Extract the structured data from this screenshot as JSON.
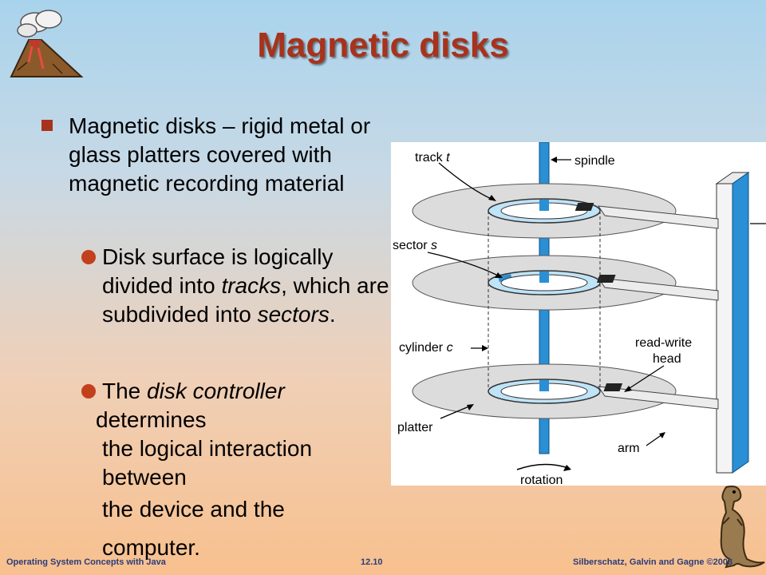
{
  "slide": {
    "title": "Magnetic disks",
    "bullet_main": "Magnetic disks – rigid metal or glass platters covered with magnetic recording material",
    "sub1": {
      "a": "Disk surface is logically divided into ",
      "b": "tracks",
      "c": ", which are subdivided into ",
      "d": "sectors",
      "e": "."
    },
    "sub2": {
      "a": "The ",
      "b": "disk controller",
      "c": " determines",
      "line2": "the logical interaction",
      "line3": "between",
      "line4": "the device and the",
      "line5": "computer",
      "end": "."
    }
  },
  "footer": {
    "left": "Operating System Concepts with Java",
    "center": "12.10",
    "right": "Silberschatz, Galvin and Gagne ©2003"
  },
  "figure": {
    "labels": {
      "track": "track",
      "track_var": "t",
      "spindle": "spindle",
      "sector": "sector",
      "sector_var": "s",
      "cylinder": "cylinder",
      "cylinder_var": "c",
      "rw1": "read-write",
      "rw2": "head",
      "platter": "platter",
      "arm": "arm",
      "rotation": "rotation"
    }
  }
}
